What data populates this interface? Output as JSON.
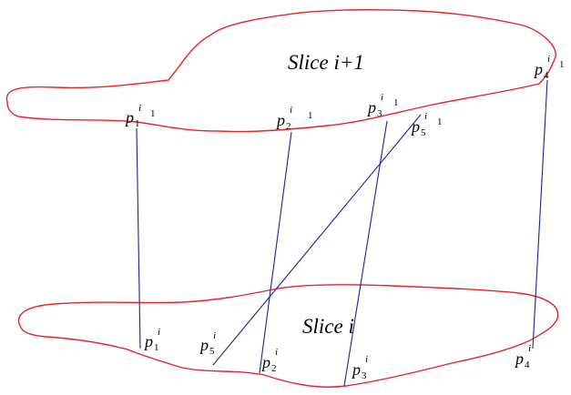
{
  "upper_slice": {
    "title": "Slice i+1",
    "points": [
      {
        "base": "p",
        "sup": "i",
        "sub": "1",
        "sup2": "1"
      },
      {
        "base": "p",
        "sup": "i",
        "sub": "2",
        "sup2": "1"
      },
      {
        "base": "p",
        "sup": "i",
        "sub": "3",
        "sup2": "1"
      },
      {
        "base": "p",
        "sup": "i",
        "sub": "4",
        "sup2": "1"
      },
      {
        "base": "p",
        "sup": "i",
        "sub": "5",
        "sup2": "1"
      }
    ]
  },
  "lower_slice": {
    "title": "Slice i",
    "points": [
      {
        "base": "p",
        "sup": "i",
        "sub": "1"
      },
      {
        "base": "p",
        "sup": "i",
        "sub": "2"
      },
      {
        "base": "p",
        "sup": "i",
        "sub": "3"
      },
      {
        "base": "p",
        "sup": "i",
        "sub": "4"
      },
      {
        "base": "p",
        "sup": "i",
        "sub": "5"
      }
    ]
  },
  "colors": {
    "outline": "#e4262a",
    "link": "#1f1fa0"
  }
}
